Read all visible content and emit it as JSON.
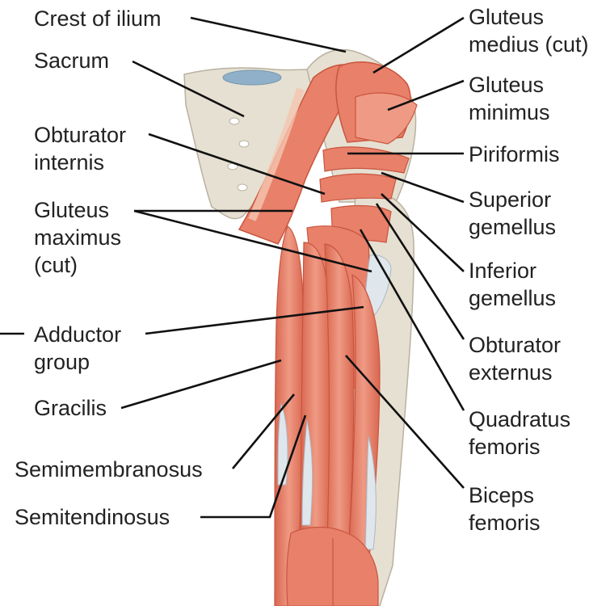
{
  "labels": {
    "crest_of_ilium": [
      "Crest of ilium"
    ],
    "sacrum": [
      "Sacrum"
    ],
    "obturator_internis": [
      "Obturator",
      "internis"
    ],
    "gluteus_maximus": [
      "Gluteus",
      "maximus",
      "(cut)"
    ],
    "adductor_group": [
      "Adductor",
      "group"
    ],
    "gracilis": [
      "Gracilis"
    ],
    "semimembranosus": [
      "Semimembranosus"
    ],
    "semitendinosus": [
      "Semitendinosus"
    ],
    "gluteus_medius": [
      "Gluteus",
      "medius (cut)"
    ],
    "gluteus_minimus": [
      "Gluteus",
      "minimus"
    ],
    "piriformis": [
      "Piriformis"
    ],
    "superior_gemellus": [
      "Superior",
      "gemellus"
    ],
    "inferior_gemellus": [
      "Inferior",
      "gemellus"
    ],
    "obturator_externus": [
      "Obturator",
      "externus"
    ],
    "quadratus_femoris": [
      "Quadratus",
      "femoris"
    ],
    "biceps_femoris": [
      "Biceps",
      "femoris"
    ]
  },
  "colors": {
    "bone": "#e6e0d2",
    "bone_outline": "#b9b1a0",
    "muscle": "#e8806a",
    "muscle_dark": "#c9553f",
    "tendon": "#dfe6ec",
    "sacrum_disc": "#8fb0c8",
    "leader": "#111111",
    "text": "#222222"
  }
}
